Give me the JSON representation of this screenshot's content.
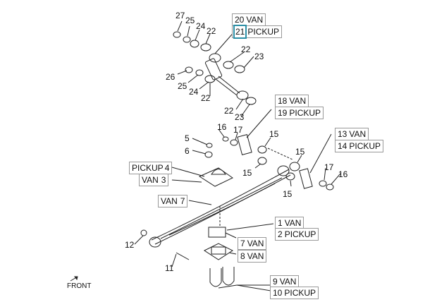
{
  "callouts": {
    "c27": "27",
    "c25a": "25",
    "c24a": "24",
    "c22a": "22",
    "c22b": "22",
    "c23a": "23",
    "c26": "26",
    "c25b": "25",
    "c24b": "24",
    "c22c": "22",
    "c22d": "22",
    "c23b": "23",
    "c16a": "16",
    "c17a": "17",
    "c15a": "15",
    "c15b": "15",
    "c15c": "15",
    "c15d": "15",
    "c17b": "17",
    "c16b": "16",
    "c5": "5",
    "c6": "6",
    "c12": "12",
    "c11": "11"
  },
  "boxes": {
    "b20": {
      "num": "20",
      "text": "VAN"
    },
    "b21": {
      "num": "21",
      "text": "PICKUP"
    },
    "b18": {
      "num": "18",
      "text": "VAN"
    },
    "b19": {
      "num": "19",
      "text": "PICKUP"
    },
    "b13": {
      "num": "13",
      "text": "VAN"
    },
    "b14": {
      "num": "14",
      "text": "PICKUP"
    },
    "b4": {
      "num": "4",
      "text": "PICKUP"
    },
    "b3": {
      "num": "3",
      "text": "VAN"
    },
    "b7a": {
      "num": "7",
      "text": "VAN"
    },
    "b1": {
      "num": "1",
      "text": "VAN"
    },
    "b2": {
      "num": "2",
      "text": "PICKUP"
    },
    "b7b": {
      "num": "7",
      "text": "VAN"
    },
    "b8": {
      "num": "8",
      "text": "VAN"
    },
    "b9": {
      "num": "9",
      "text": "VAN"
    },
    "b10": {
      "num": "10",
      "text": "PICKUP"
    }
  },
  "front_label": "FRONT",
  "colors": {
    "line": "#222222",
    "highlight": "#2c8fa6",
    "box_border": "#999999"
  }
}
